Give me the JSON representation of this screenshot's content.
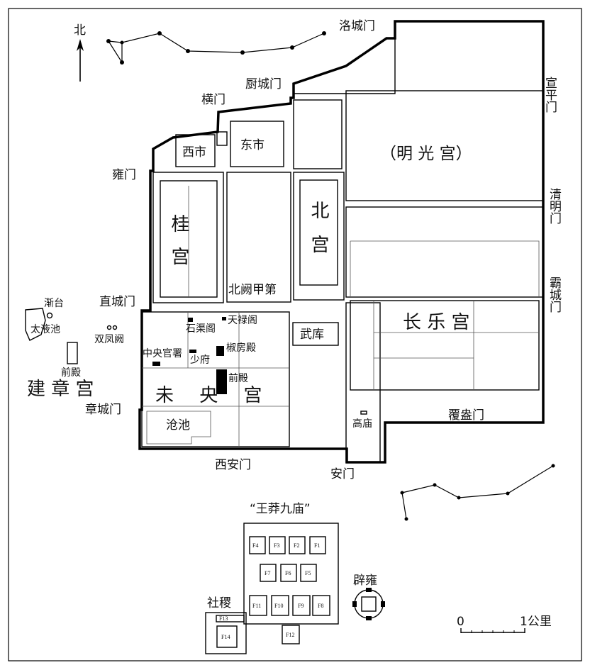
{
  "compass": {
    "north": "北"
  },
  "gates": {
    "luocheng": "洛城门",
    "xuanping": "宣平门",
    "chucheng": "厨城门",
    "heng": "横门",
    "yong": "雍门",
    "qingming": "清明门",
    "bacheng": "霸城门",
    "zhicheng": "直城门",
    "zhangcheng": "章城门",
    "xian": "西安门",
    "an": "安门",
    "fuang": "覆盎门"
  },
  "districts": {
    "xishi": "西市",
    "dongshi": "东市",
    "mingguang": "（明 光 宫）",
    "gui": "桂宫",
    "bei": "北宫",
    "beique": "北阙甲第",
    "changle": "长 乐 宫",
    "wuku": "武库",
    "weiyang": "未 央 宫",
    "canggchi": "沧池",
    "gaomiao": "高庙"
  },
  "palace_buildings": {
    "shiqu": "石渠阁",
    "tianlu": "天禄阁",
    "jiaofang": "椒房殿",
    "zhongyang": "中央官署",
    "shaofu": "少府",
    "qiandian": "前殿"
  },
  "west": {
    "jianzhang": "建 章 宫",
    "jiantai": "渐台",
    "taiye": "太液池",
    "shuangfeng": "双凤阙",
    "qiandian": "前殿"
  },
  "south": {
    "wangmang": "“王莽九庙”",
    "biyong": "辟雍",
    "sheji": "社稷",
    "temples": [
      "F1",
      "F2",
      "F3",
      "F4",
      "F5",
      "F6",
      "F7",
      "F8",
      "F9",
      "F10",
      "F11",
      "F12",
      "F13",
      "F14"
    ]
  },
  "scale": {
    "start": "0",
    "end": "1公里"
  }
}
